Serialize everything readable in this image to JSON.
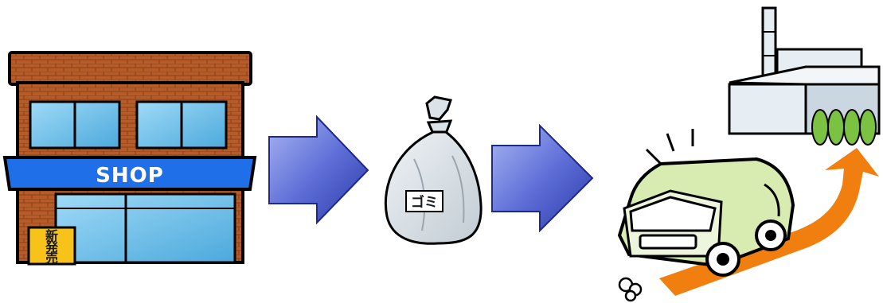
{
  "shop": {
    "sign": "SHOP",
    "badge_lines": [
      "新",
      "発",
      "売"
    ]
  },
  "garbage_bag": {
    "label": "ゴミ"
  },
  "colors": {
    "brick": "#b75c28",
    "brick_dark": "#8a3f18",
    "awning": "#1f6fe8",
    "window": "#6ec3ee",
    "arrow_light": "#7d8de3",
    "arrow_dark": "#2d3fb0",
    "bag": "#d7dee4",
    "truck": "#d8ebb0",
    "path": "#f07f10",
    "tree": "#7cc242",
    "factory": "#e6eef3"
  },
  "icons": [
    "shop-icon",
    "flow-arrow-icon",
    "garbage-bag-icon",
    "garbage-truck-icon",
    "factory-icon"
  ]
}
